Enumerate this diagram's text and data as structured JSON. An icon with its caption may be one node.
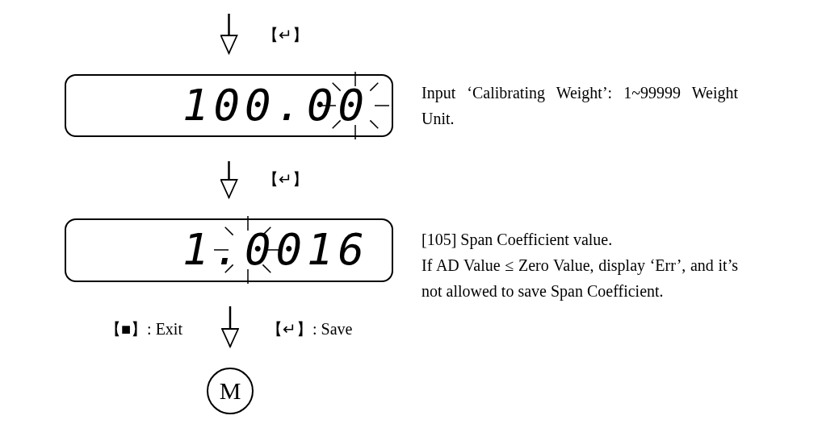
{
  "diagram": {
    "nodes": [
      {
        "text": [
          "100.00"
        ],
        "beside": [
          "Input ‘Calibrating Weight’: 1~99999 Weight Unit."
        ]
      },
      {
        "text": [
          "1.0016"
        ],
        "beside": [
          "[105] Span Coefficient value.",
          "If AD Value ≤ Zero Value, display ‘Err’, and it’s not allowed to save Span Coefficient."
        ]
      },
      {
        "text": [
          "M"
        ]
      }
    ],
    "edges": [
      {
        "from": null,
        "to": 0,
        "arrow": "to",
        "label": "【↵】"
      },
      {
        "from": 0,
        "to": 1,
        "arrow": "to",
        "label": "【↵】"
      },
      {
        "from": 1,
        "to": 2,
        "arrow": "to",
        "label": "【↵】: Save"
      }
    ],
    "labels": [
      "【■】: Exit"
    ]
  }
}
